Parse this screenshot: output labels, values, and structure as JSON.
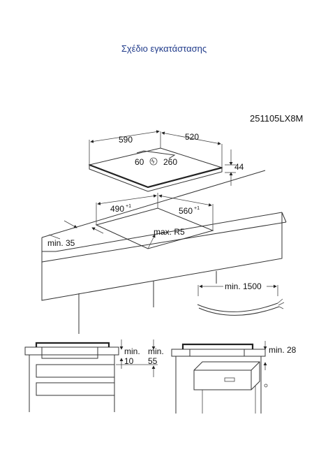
{
  "title": "Σχέδιο εγκατάστασης",
  "model_code": "251105LX8M",
  "top_view": {
    "width": "590",
    "depth": "520",
    "height": "44",
    "connection_x": "60",
    "connection_y": "260",
    "power_symbol": "ϟ"
  },
  "cutout": {
    "width": "490",
    "width_tol": "+1",
    "depth": "560",
    "depth_tol": "+1",
    "radius": "max. R5",
    "edge_min": "min. 35"
  },
  "cable": {
    "length": "min. 1500"
  },
  "side_view_left": {
    "gap_a_label": "min.",
    "gap_a_value": "10",
    "gap_b_label": "min.",
    "gap_b_value": "55"
  },
  "side_view_right": {
    "gap_label": "min. 28"
  }
}
